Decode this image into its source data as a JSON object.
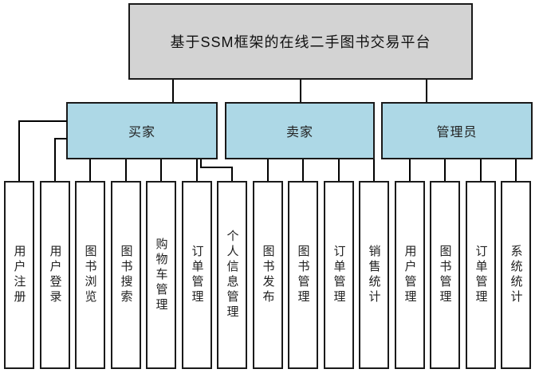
{
  "diagram": {
    "root": {
      "label": "基于SSM框架的在线二手图书交易平台"
    },
    "groups": [
      {
        "label": "买家",
        "children": [
          "用户注册",
          "用户登录",
          "图书浏览",
          "图书搜索",
          "购物车管理",
          "订单管理",
          "个人信息管理"
        ]
      },
      {
        "label": "卖家",
        "children": [
          "图书发布",
          "图书管理",
          "订单管理",
          "销售统计"
        ]
      },
      {
        "label": "管理员",
        "children": [
          "用户管理",
          "图书管理",
          "订单管理",
          "系统统计"
        ]
      }
    ],
    "colors": {
      "root_fill": "#d3d3d3",
      "group_fill": "#add8e6",
      "leaf_fill": "#ffffff",
      "line": "#000000",
      "border": "#1a1a1a"
    }
  }
}
